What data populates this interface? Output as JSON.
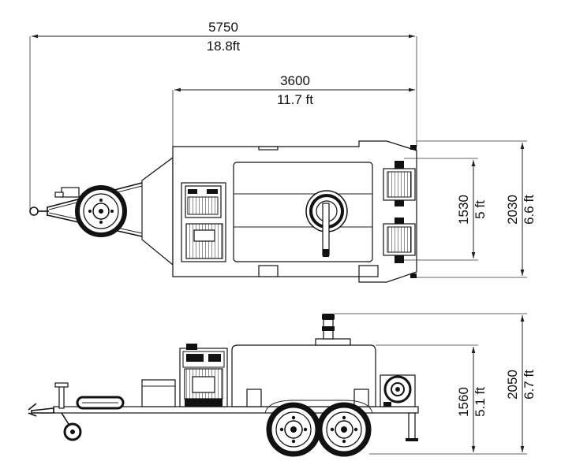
{
  "dimensions": {
    "overall_length": {
      "mm": "5750",
      "ft": "18.8ft"
    },
    "body_length": {
      "mm": "3600",
      "ft": "11.7 ft"
    },
    "reel_width": {
      "mm": "1530",
      "ft": "5 ft"
    },
    "overall_width": {
      "mm": "2030",
      "ft": "6.6 ft"
    },
    "tank_height": {
      "mm": "1560",
      "ft": "5.1 ft"
    },
    "overall_height": {
      "mm": "2050",
      "ft": "6.7 ft"
    }
  },
  "views": [
    "top-view",
    "side-view"
  ]
}
